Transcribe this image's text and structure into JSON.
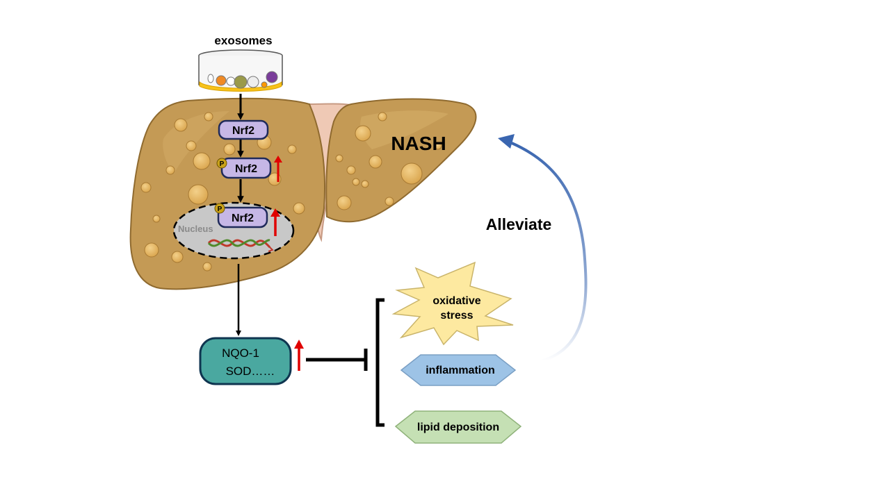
{
  "labels": {
    "exosomes": "exosomes",
    "nash": "NASH",
    "nrf2_cyto": "Nrf2",
    "nrf2_phos": "Nrf2",
    "nrf2_nuclear": "Nrf2",
    "phospho_marker_1": "P",
    "phospho_marker_2": "P",
    "nucleus": "Nucleus",
    "nqo1": "NQO-1",
    "sod": "SOD……",
    "oxidative": "oxidative",
    "stress": "stress",
    "inflammation": "inflammation",
    "lipid": "lipid deposition",
    "alleviate": "Alleviate"
  },
  "colors": {
    "liver_fill": "#c49a55",
    "liver_stroke": "#8f6a2f",
    "nrf2_fill": "#c6b7e6",
    "nrf2_stroke": "#1f2a5a",
    "nucleus_fill": "#c8c8c8",
    "enzyme_fill": "#4aa8a0",
    "enzyme_stroke": "#0f3550",
    "up_arrow": "#e00000",
    "star_fill": "#fde9a0",
    "inflammation_fill": "#9dc3e6",
    "lipid_fill": "#c5e0b4",
    "alleviate_arrow": "#3a66b0"
  }
}
